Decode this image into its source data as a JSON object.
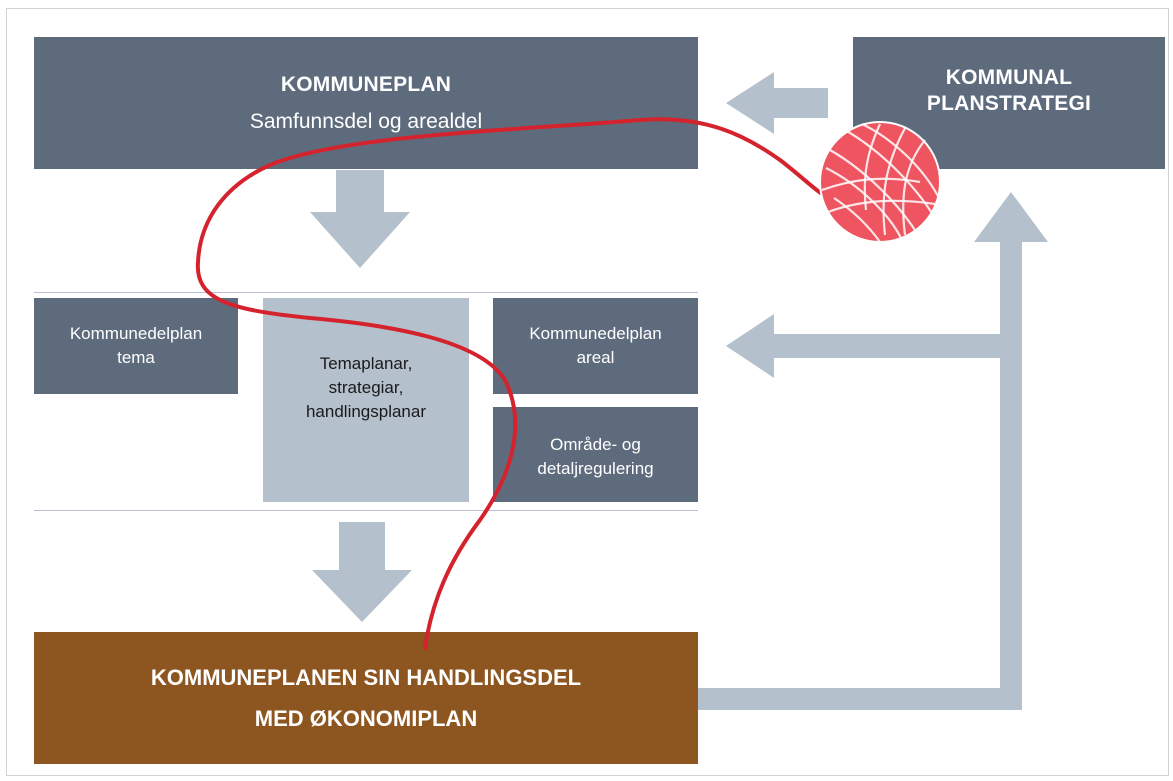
{
  "kommuneplan": {
    "title": "KOMMUNEPLAN",
    "subtitle": "Samfunnsdel og arealdel"
  },
  "planstrategi": {
    "line1": "KOMMUNAL",
    "line2": "PLANSTRATEGI"
  },
  "kdp_tema": {
    "line1": "Kommunedelplan",
    "line2": "tema"
  },
  "temaplanar": {
    "line1": "Temaplanar,",
    "line2": "strategiar,",
    "line3": "handlingsplanar"
  },
  "kdp_areal": {
    "line1": "Kommunedelplan",
    "line2": "areal"
  },
  "regulering": {
    "line1": "Område- og",
    "line2": "detaljregulering"
  },
  "handlingsdel": {
    "line1": "KOMMUNEPLANEN SIN HANDLINGSDEL",
    "line2": "MED ØKONOMIPLAN"
  },
  "colors": {
    "dark_box": "#5d6b7c",
    "light_box": "#b4c0cb",
    "brown_box": "#8d551f",
    "arrow": "#b4c0cb",
    "thread": "#d5232e",
    "yarn": "#ee5560"
  },
  "icons": {
    "yarn": "yarn-ball-icon"
  }
}
